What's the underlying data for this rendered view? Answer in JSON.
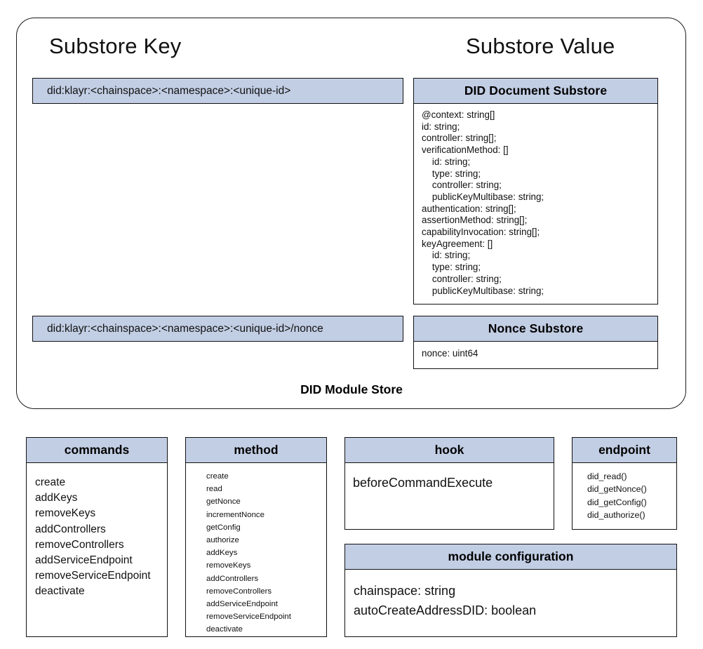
{
  "colors": {
    "header_fill": "#c2cee4",
    "border": "#111111",
    "background": "#ffffff",
    "text": "#111111"
  },
  "store": {
    "label": "DID Module Store",
    "key_column_title": "Substore Key",
    "value_column_title": "Substore Value",
    "rows": [
      {
        "key": "did:klayr:<chainspace>:<namespace>:<unique-id>",
        "substore_title": "DID Document Substore",
        "substore_body": "@context: string[]\nid: string;\ncontroller: string[];\nverificationMethod: []\n    id: string;\n    type: string;\n    controller: string;\n    publicKeyMultibase: string;\nauthentication: string[];\nassertionMethod: string[];\ncapabilityInvocation: string[];\nkeyAgreement: []\n    id: string;\n    type: string;\n    controller: string;\n    publicKeyMultibase: string;"
      },
      {
        "key": "did:klayr:<chainspace>:<namespace>:<unique-id>/nonce",
        "substore_title": "Nonce Substore",
        "substore_body": "nonce: uint64"
      }
    ]
  },
  "panels": {
    "commands": {
      "title": "commands",
      "items": [
        "create",
        "addKeys",
        "removeKeys",
        "addControllers",
        "removeControllers",
        "addServiceEndpoint",
        "removeServiceEndpoint",
        "deactivate"
      ]
    },
    "method": {
      "title": "method",
      "items": [
        "create",
        "read",
        "getNonce",
        "incrementNonce",
        "getConfig",
        "authorize",
        "addKeys",
        "removeKeys",
        "addControllers",
        "removeControllers",
        "addServiceEndpoint",
        "removeServiceEndpoint",
        "deactivate"
      ]
    },
    "hook": {
      "title": "hook",
      "items": [
        "beforeCommandExecute"
      ]
    },
    "endpoint": {
      "title": "endpoint",
      "items": [
        "did_read()",
        "did_getNonce()",
        "did_getConfig()",
        "did_authorize()"
      ]
    },
    "module_configuration": {
      "title": "module configuration",
      "items": [
        "chainspace: string",
        "autoCreateAddressDID: boolean"
      ]
    }
  }
}
